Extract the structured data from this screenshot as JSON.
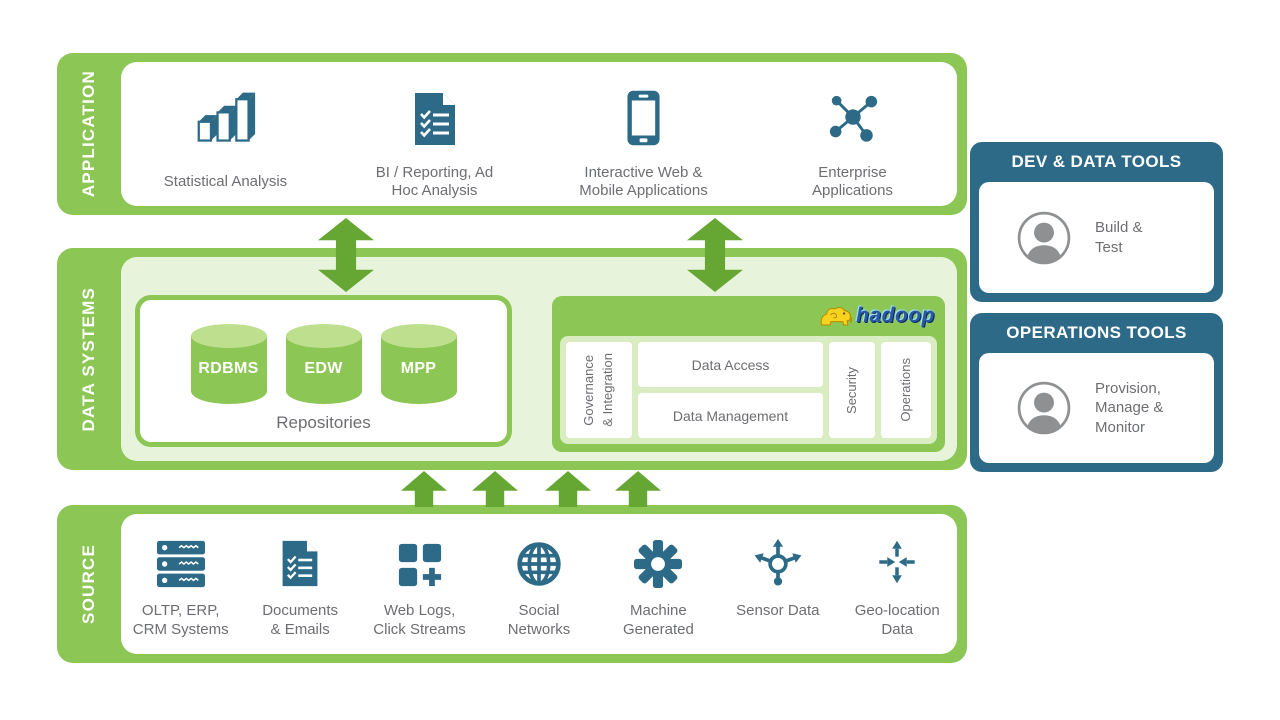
{
  "colors": {
    "band_green": "#8CC655",
    "arrow_green": "#66A633",
    "pale_green": "#E8F3DC",
    "hadoop_inner_green": "#DAEDC2",
    "cylinder_top_green": "#BEE08E",
    "panel_teal": "#2D6A87",
    "icon_teal": "#2D6A87",
    "text_gray": "#6D6E71",
    "hadoop_logo_blue": "#2B59A5",
    "hadoop_elephant_yellow": "#F7D21E"
  },
  "bands": {
    "application": {
      "label": "APPLICATION",
      "items": [
        {
          "icon": "bar-chart-3d-icon",
          "label": "Statistical Analysis"
        },
        {
          "icon": "report-checklist-icon",
          "label": "BI / Reporting, Ad\nHoc Analysis"
        },
        {
          "icon": "smartphone-icon",
          "label": "Interactive Web &\nMobile Applications"
        },
        {
          "icon": "molecule-icon",
          "label": "Enterprise\nApplications"
        }
      ]
    },
    "data_systems": {
      "label": "DATA SYSTEMS",
      "repositories": {
        "cylinders": [
          {
            "label": "RDBMS"
          },
          {
            "label": "EDW"
          },
          {
            "label": "MPP"
          }
        ],
        "caption": "Repositories"
      },
      "hadoop": {
        "logo_text": "hadoop",
        "governance": "Governance\n& Integration",
        "data_access": "Data Access",
        "data_management": "Data Management",
        "security": "Security",
        "operations": "Operations"
      }
    },
    "source": {
      "label": "SOURCE",
      "items": [
        {
          "icon": "server-stack-icon",
          "label": "OLTP, ERP,\nCRM Systems"
        },
        {
          "icon": "document-checklist-icon",
          "label": "Documents\n& Emails"
        },
        {
          "icon": "web-logs-icon",
          "label": "Web Logs,\nClick Streams"
        },
        {
          "icon": "globe-icon",
          "label": "Social\nNetworks"
        },
        {
          "icon": "gear-icon",
          "label": "Machine\nGenerated"
        },
        {
          "icon": "sensor-icon",
          "label": "Sensor Data"
        },
        {
          "icon": "geo-location-icon",
          "label": "Geo-location\nData"
        }
      ]
    }
  },
  "side_panels": [
    {
      "title": "DEV & DATA TOOLS",
      "icon": "person-avatar-icon",
      "label": "Build &\nTest"
    },
    {
      "title": "OPERATIONS TOOLS",
      "icon": "person-avatar-icon",
      "label": "Provision,\nManage &\nMonitor"
    }
  ]
}
